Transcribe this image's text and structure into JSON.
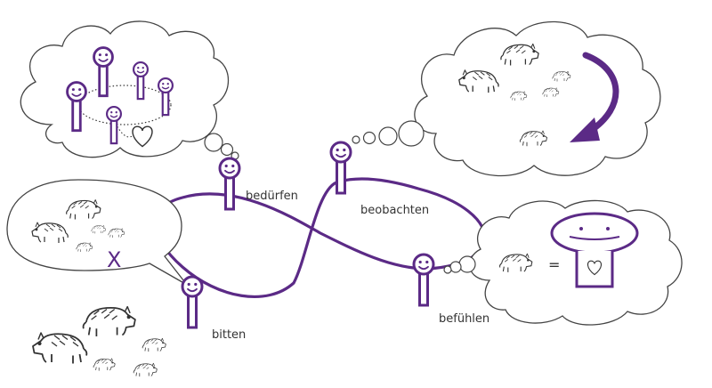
{
  "colors": {
    "accent": "#5b2a86",
    "outline": "#444444",
    "sketch": "#333333",
    "background": "#ffffff"
  },
  "labels": {
    "beduerfen": "bedürfen",
    "beobachten": "beobachten",
    "befuehlen": "befühlen",
    "bitten": "bitten",
    "equals": "=",
    "denied_mark": "X"
  },
  "icons": {
    "figure": "smiley-peg-figure",
    "boar": "wild-boar-sketch",
    "heart": "heart-icon",
    "arrow": "circular-arrow-icon",
    "hat": "top-hat-with-heart-icon"
  }
}
